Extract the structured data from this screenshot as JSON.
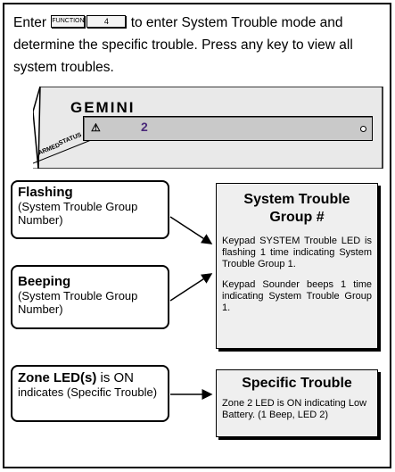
{
  "intro": {
    "before": "Enter",
    "key_function": "FUNCTION",
    "key_four": "4",
    "after": "to enter System Trouble mode and determine the specific trouble.  Press any key to view all system troubles."
  },
  "keypad": {
    "brand": "GEMINI",
    "warn_symbol": "⚠",
    "display_value": "2",
    "label_armed": "ARMED",
    "label_status": "STATUS"
  },
  "flashing": {
    "title": "Flashing",
    "sub": "(System Trouble Group Number)"
  },
  "beeping": {
    "title": "Beeping",
    "sub": "(System Trouble Group Number)"
  },
  "zone": {
    "title": "Zone LED(s)",
    "title_rest": " is ON",
    "sub": "indicates (Specific Trouble)"
  },
  "group_panel": {
    "heading": "System Trouble Group #",
    "text1": "Keypad SYSTEM Trouble LED is flashing 1 time indicating System Trouble Group 1.",
    "text2": "Keypad Sounder beeps 1 time indicating System Trouble Group 1."
  },
  "specific_panel": {
    "heading": "Specific Trouble",
    "text": "Zone 2 LED is ON indicating Low Battery. (1 Beep, LED 2)"
  }
}
